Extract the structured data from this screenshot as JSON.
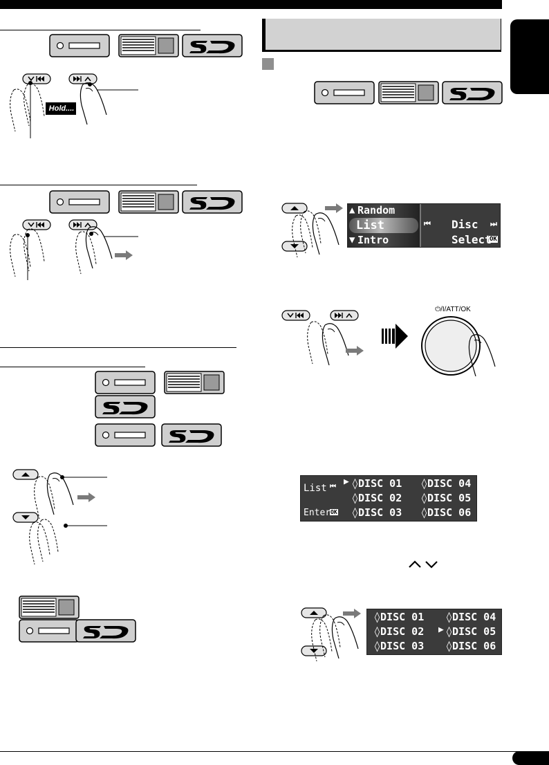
{
  "page": {
    "hold_label": "Hold....",
    "knob_label": "⏻/I/ATT/OK"
  },
  "menu_display": {
    "up_item": "Random",
    "current_item": "List",
    "down_item": "Intro",
    "right_line1": "Disc",
    "right_line2": "Select",
    "ok_tag": "OK"
  },
  "list_display": {
    "label_top": "List",
    "label_bottom": "Enter",
    "ok_tag": "OK",
    "discs": [
      "DISC 01",
      "DISC 02",
      "DISC 03",
      "DISC 04",
      "DISC 05",
      "DISC 06"
    ]
  },
  "list_display_2": {
    "discs": [
      "DISC 01",
      "DISC 02",
      "DISC 03",
      "DISC 04",
      "DISC 05",
      "DISC 06"
    ]
  },
  "icons": [
    "cd-slot-icon",
    "cd-changer-icon",
    "sd-logo-icon",
    "finger-press-icon",
    "arrow-right-icon",
    "knob-icon",
    "chevron-up-icon",
    "chevron-down-icon"
  ]
}
